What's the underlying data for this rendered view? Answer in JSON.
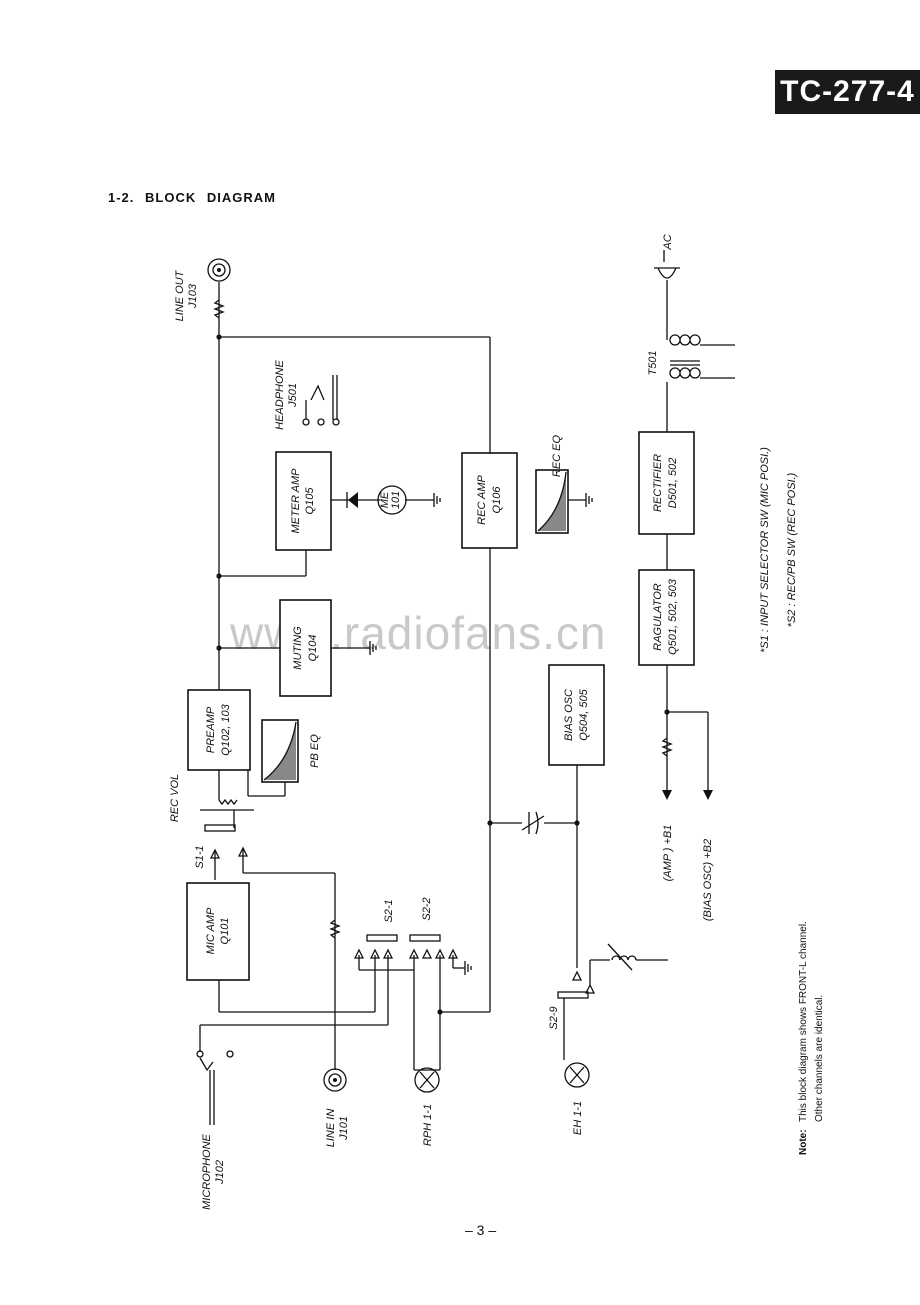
{
  "header": {
    "model": "TC-277-4"
  },
  "section_title": "1-2. BLOCK DIAGRAM",
  "watermark": "www.radiofans.cn",
  "blocks": {
    "mic_amp": {
      "name": "MIC AMP",
      "part": "Q101"
    },
    "preamp": {
      "name": "PREAMP",
      "part": "Q102, 103"
    },
    "pb_eq": "PB EQ",
    "muting": {
      "name": "MUTING",
      "part": "Q104"
    },
    "meter_amp": {
      "name": "METER AMP",
      "part": "Q105"
    },
    "meter": {
      "name": "ME",
      "part": "101"
    },
    "rec_amp": {
      "name": "REC AMP",
      "part": "Q106"
    },
    "rec_eq": "REC EQ",
    "bias_osc": {
      "name": "BIAS OSC",
      "part": "Q504, 505"
    },
    "rectifier": {
      "name": "RECTIFIER",
      "part": "D501, 502"
    },
    "regulator": {
      "name": "RAGULATOR",
      "part": "Q501, 502, 503"
    }
  },
  "jacks": {
    "line_out": {
      "name": "LINE OUT",
      "part": "J103"
    },
    "headphone": {
      "name": "HEADPHONE",
      "part": "J501"
    },
    "microphone": {
      "name": "MICROPHONE",
      "part": "J102"
    },
    "line_in": {
      "name": "LINE IN",
      "part": "J101"
    },
    "rph": "RPH 1-1",
    "eh": "EH 1-1",
    "ac": "AC",
    "transformer": "T501"
  },
  "switches": {
    "s1_1": "S1-1",
    "s2_1": "S2-1",
    "s2_2": "S2-2",
    "s2_9": "S2-9",
    "rec_vol": "REC VOL"
  },
  "power": {
    "b1": "(AMP ) +B1",
    "b2": "(BIAS OSC) +B2"
  },
  "legend": {
    "s1": "*S1 : INPUT SELECTOR SW (MIC POSI.)",
    "s2": "*S2 : REC/PB SW (REC POSI.)"
  },
  "note": {
    "label": "Note:",
    "line1": "This block diagram shows FRONT-L channel.",
    "line2": "Other channels are identical."
  },
  "page_number": "– 3 –"
}
